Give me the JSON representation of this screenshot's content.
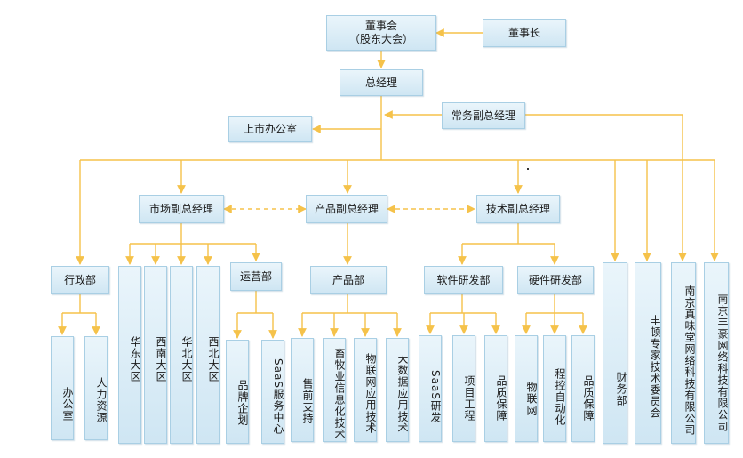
{
  "nodes": {
    "board": {
      "line1": "董事会",
      "line2": "（股东大会）"
    },
    "chairman": "董事长",
    "gm": "总经理",
    "exec_vp": "常务副总经理",
    "ipo_office": "上市办公室",
    "marketing_vp": "市场副总经理",
    "product_vp": "产品副总经理",
    "tech_vp": "技术副总经理",
    "admin_dept": "行政部",
    "office": "办公室",
    "hr": "人力资源",
    "east_china": "华东大区",
    "southwest": "西南大区",
    "north_china": "华北大区",
    "northwest": "西北大区",
    "operations": "运营部",
    "brand_planning": "品牌企划",
    "saas_service": "SaaS服务中心",
    "product_dept": "产品部",
    "presales": "售前支持",
    "livestock_it": "畜牧业信息化技术",
    "iot_tech": "物联网应用技术",
    "bigdata_tech": "大数据应用技术",
    "software_rd": "软件研发部",
    "saas_rd": "SaaS研发",
    "project_eng": "项目工程",
    "quality_sw": "品质保障",
    "hardware_rd": "硬件研发部",
    "iot": "物联网",
    "automation": "程控自动化",
    "quality_hw": "品质保障",
    "finance": "财务部",
    "expert_committee": "丰顿专家技术委员会",
    "zhenweitang": "南京真味堂网络科技有限公司",
    "fenghao": "南京丰豪网络科技有限公司"
  },
  "colors": {
    "connector": "#f5c24a",
    "box_top": "#eaf5fb",
    "box_bottom": "#cfe6f3",
    "box_border": "#a9cfe4"
  }
}
